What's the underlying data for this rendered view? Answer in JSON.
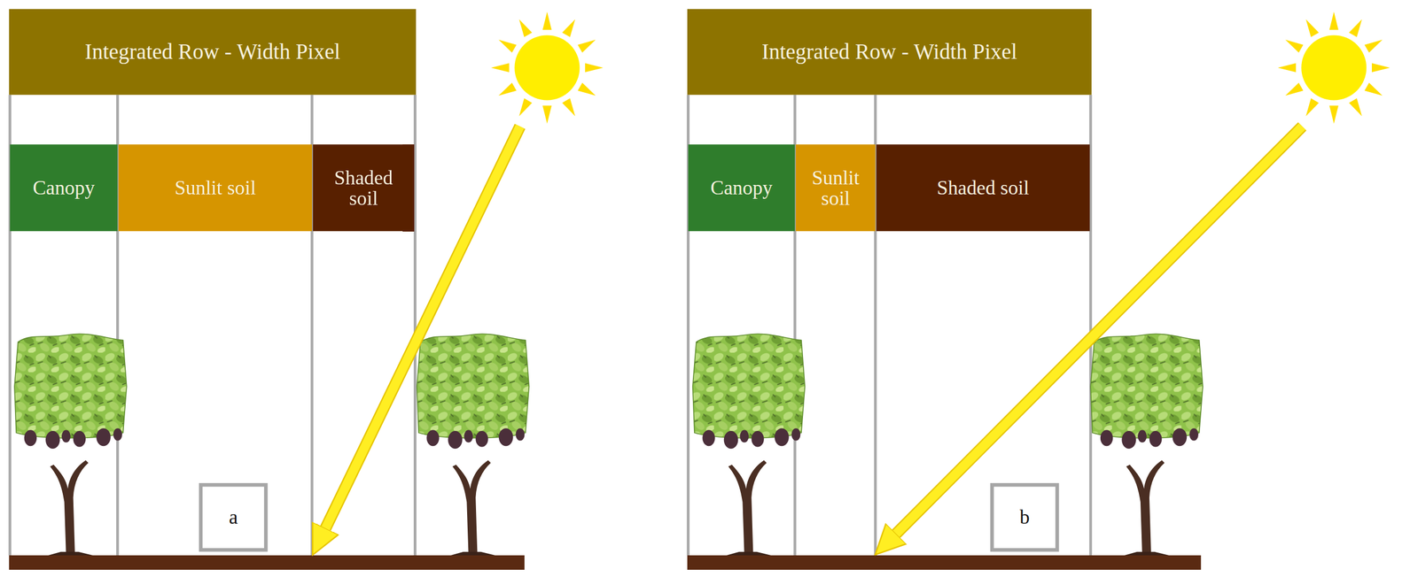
{
  "diagram": {
    "nodes": [
      {
        "text": [
          "Integrated Row - Width Pixel"
        ]
      },
      {
        "text": [
          "Canopy"
        ]
      },
      {
        "text": [
          "Sunlit soil"
        ]
      },
      {
        "text": [
          "Shaded soil"
        ]
      },
      {
        "text": [
          "a"
        ]
      },
      {
        "text": [
          "Integrated Row - Width Pixel"
        ]
      },
      {
        "text": [
          "Canopy"
        ]
      },
      {
        "text": [
          "Sunlit soil"
        ]
      },
      {
        "text": [
          "Shaded soil"
        ]
      },
      {
        "text": [
          "b"
        ]
      }
    ]
  }
}
